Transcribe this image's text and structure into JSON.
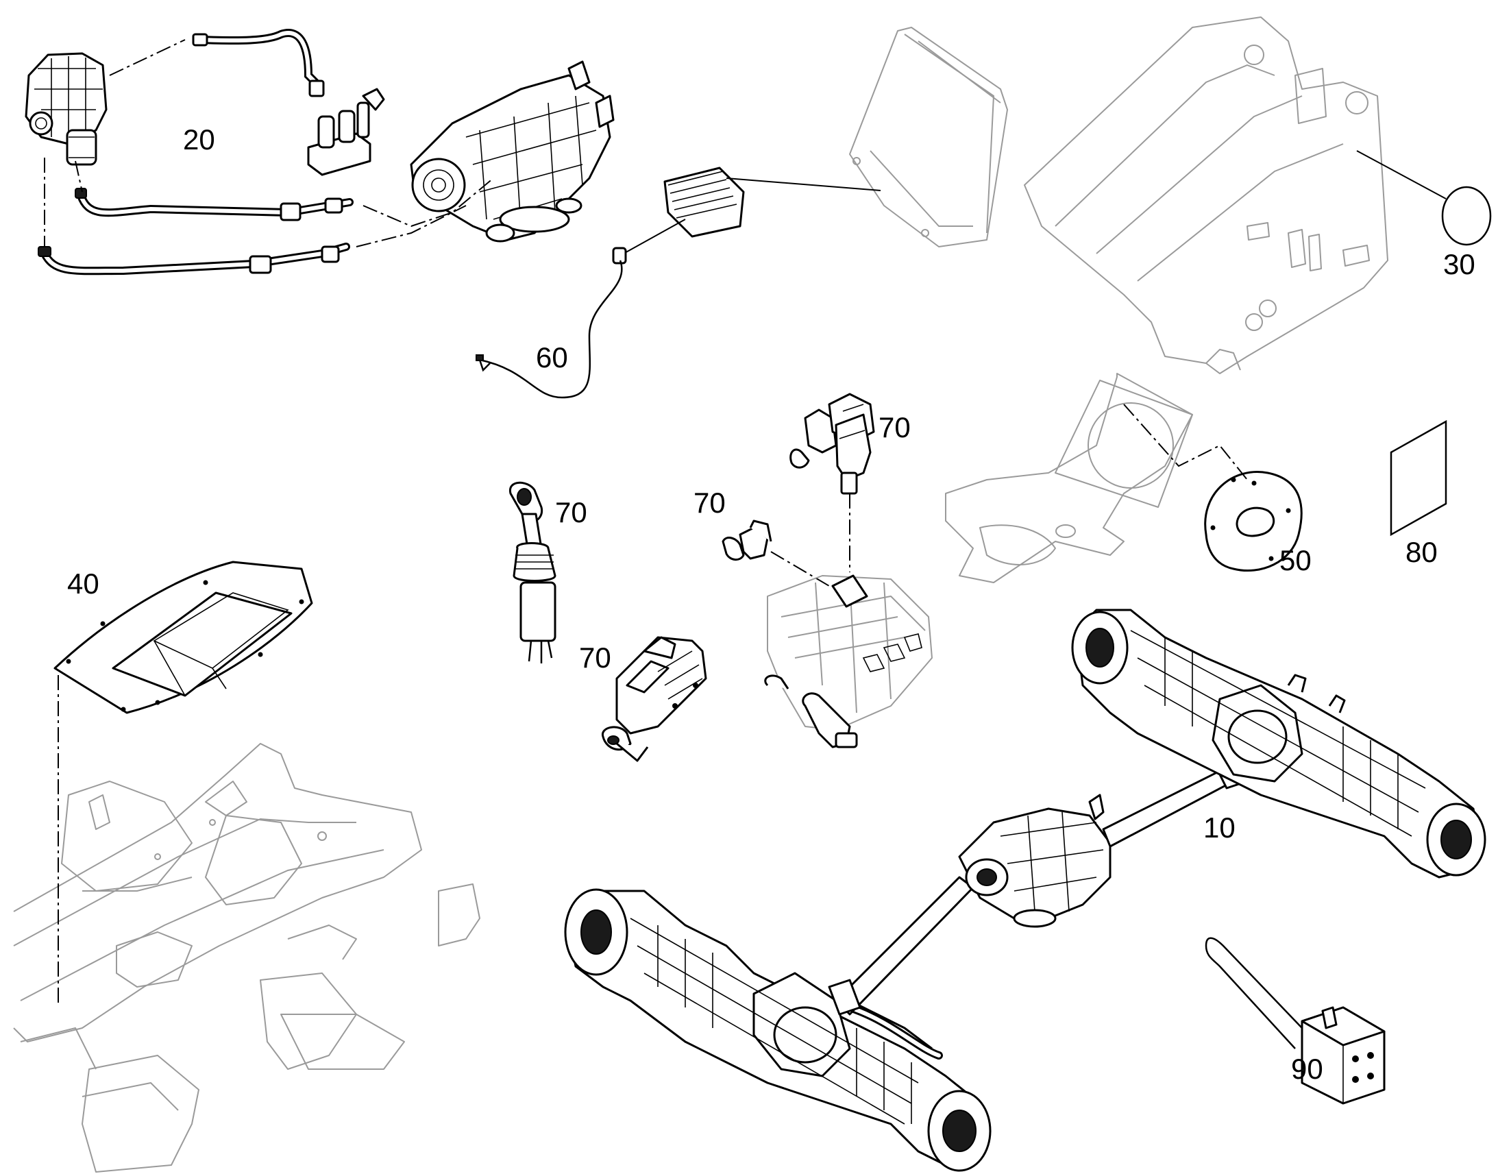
{
  "callouts": [
    {
      "id": "10",
      "label": "10"
    },
    {
      "id": "20",
      "label": "20"
    },
    {
      "id": "30",
      "label": "30"
    },
    {
      "id": "40",
      "label": "40"
    },
    {
      "id": "50",
      "label": "50"
    },
    {
      "id": "60",
      "label": "60"
    },
    {
      "id": "70a",
      "label": "70"
    },
    {
      "id": "70b",
      "label": "70"
    },
    {
      "id": "70c",
      "label": "70"
    },
    {
      "id": "70d",
      "label": "70"
    },
    {
      "id": "80",
      "label": "80"
    },
    {
      "id": "90",
      "label": "90"
    }
  ]
}
